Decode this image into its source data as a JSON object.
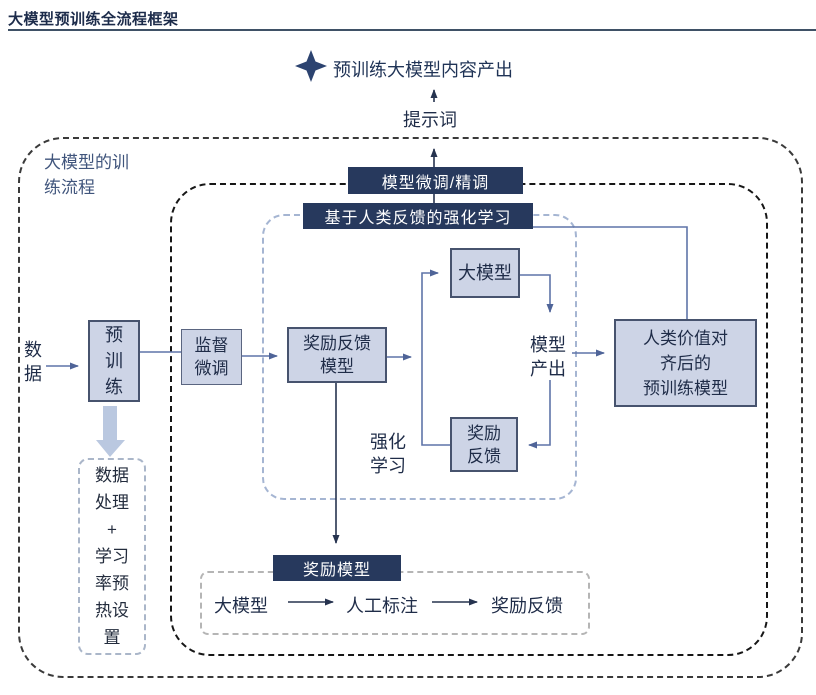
{
  "title": "大模型预训练全流程框架",
  "header": {
    "output_label": "预训练大模型内容产出",
    "prompt_label": "提示词"
  },
  "frames": {
    "outer_label": "大模型的训\n练流程"
  },
  "banners": {
    "finetune": "模型微调/精调",
    "rlhf": "基于人类反馈的强化学习",
    "reward": "奖励模型"
  },
  "nodes": {
    "data": "数\n据",
    "pretrain": "预\n训\n练",
    "sft": "监督\n微调",
    "reward_feedback_model": "奖励反馈\n模型",
    "large_model": "大模型",
    "model_output": "模型\n产出",
    "reward_feedback": "奖励\n反馈",
    "rl_label": "强化\n学习",
    "aligned_model": "人类价值对\n齐后的\n预训练模型",
    "prep": "数据\n处理\n+\n学习\n率预\n热设\n置"
  },
  "bottom_row": {
    "items": [
      "大模型",
      "人工标注",
      "奖励反馈"
    ]
  },
  "colors": {
    "banner_navy": "#27395d",
    "node_fill": "#cdd4e6",
    "node_border": "#47536e",
    "line_blue": "#5f74a8",
    "arrow_dark": "#26334f",
    "title_navy": "#1c2b4a",
    "frame_label_blue": "#40557c",
    "rlhf_frame_dash": "#a5b5d2",
    "light_block_arrow": "#bac8e0",
    "star_navy": "#2c4370"
  }
}
